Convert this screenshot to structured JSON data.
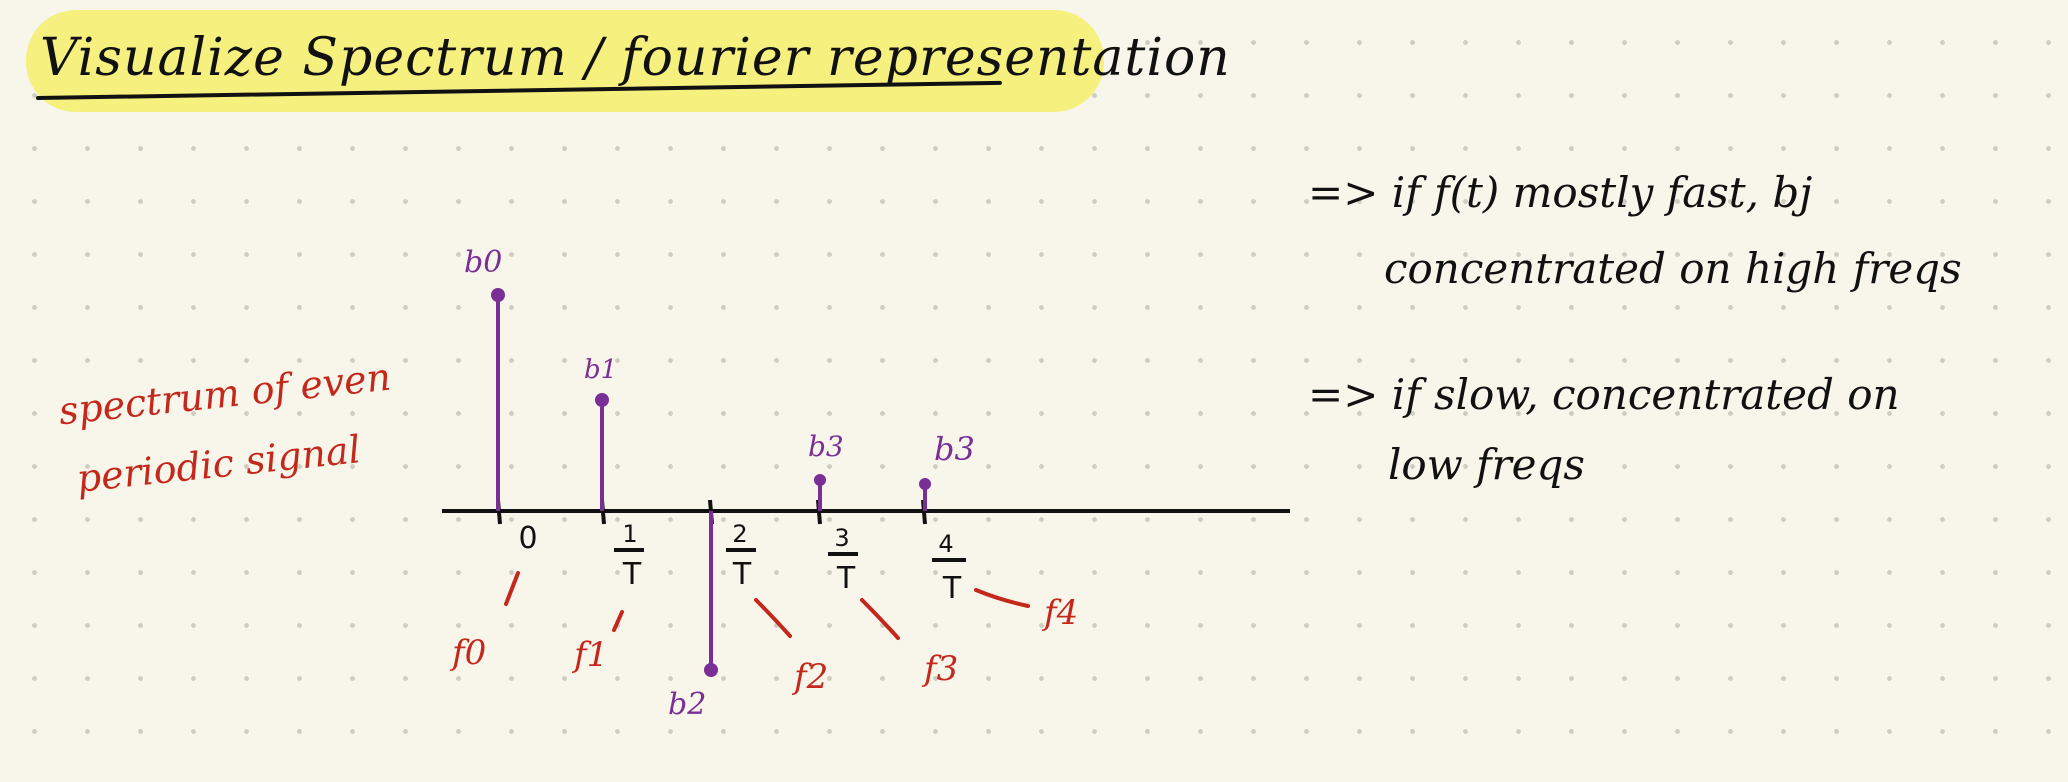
{
  "title": "Visualize Spectrum / fourier representation",
  "side_note": {
    "line1": "spectrum of even",
    "line2": "periodic signal"
  },
  "notes": [
    {
      "line1": "=> if f(t) mostly fast, bj",
      "line2": "concentrated on high freqs"
    },
    {
      "line1": "=> if slow, concentrated on",
      "line2": "low freqs"
    }
  ],
  "tick_labels": {
    "zero": "0",
    "f1_num": "1",
    "f1_den": "T",
    "f2_num": "2",
    "f2_den": "T",
    "f3_num": "3",
    "f3_den": "T",
    "f4_num": "4",
    "f4_den": "T"
  },
  "coef_labels": {
    "b0": "b0",
    "b1": "b1",
    "b2": "b2",
    "b3a": "b3",
    "b3b": "b3"
  },
  "freq_labels": {
    "f0": "f0",
    "f1": "f1",
    "f2": "f2",
    "f3": "f3",
    "f4": "f4"
  },
  "colors": {
    "red": "#c4281c",
    "purple": "#7a2f97",
    "ink": "#111111",
    "highlight": "#f6f07f"
  }
}
